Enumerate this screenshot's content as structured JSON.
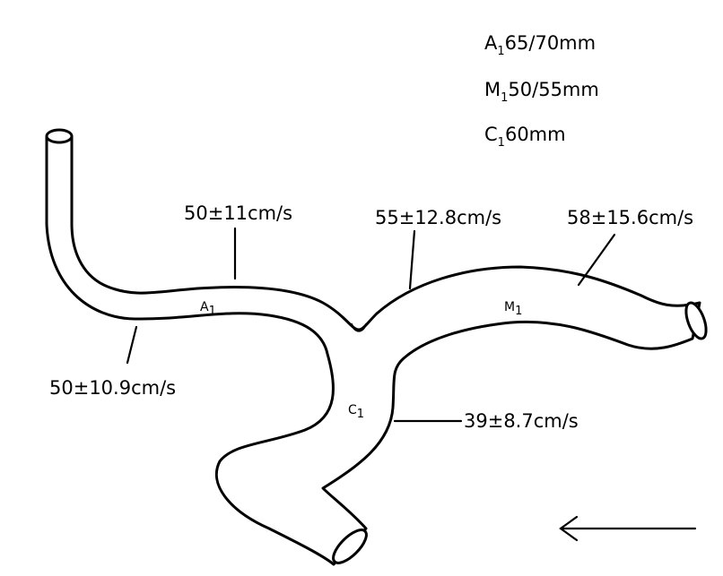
{
  "legend": [
    {
      "segment": "A",
      "subscript": "1",
      "value": "65/70mm"
    },
    {
      "segment": "M",
      "subscript": "1",
      "value": "50/55mm"
    },
    {
      "segment": "C",
      "subscript": "1",
      "value": "60mm"
    }
  ],
  "segment_labels": {
    "a1": {
      "letter": "A",
      "sub": "1"
    },
    "m1": {
      "letter": "M",
      "sub": "1"
    },
    "c1": {
      "letter": "C",
      "sub": "1"
    }
  },
  "velocities": {
    "a1_upper": "50±11cm/s",
    "a1_lower": "50±10.9cm/s",
    "m1_proximal": "55±12.8cm/s",
    "m1_distal": "58±15.6cm/s",
    "c1": "39±8.7cm/s"
  },
  "flow_arrow": "left"
}
